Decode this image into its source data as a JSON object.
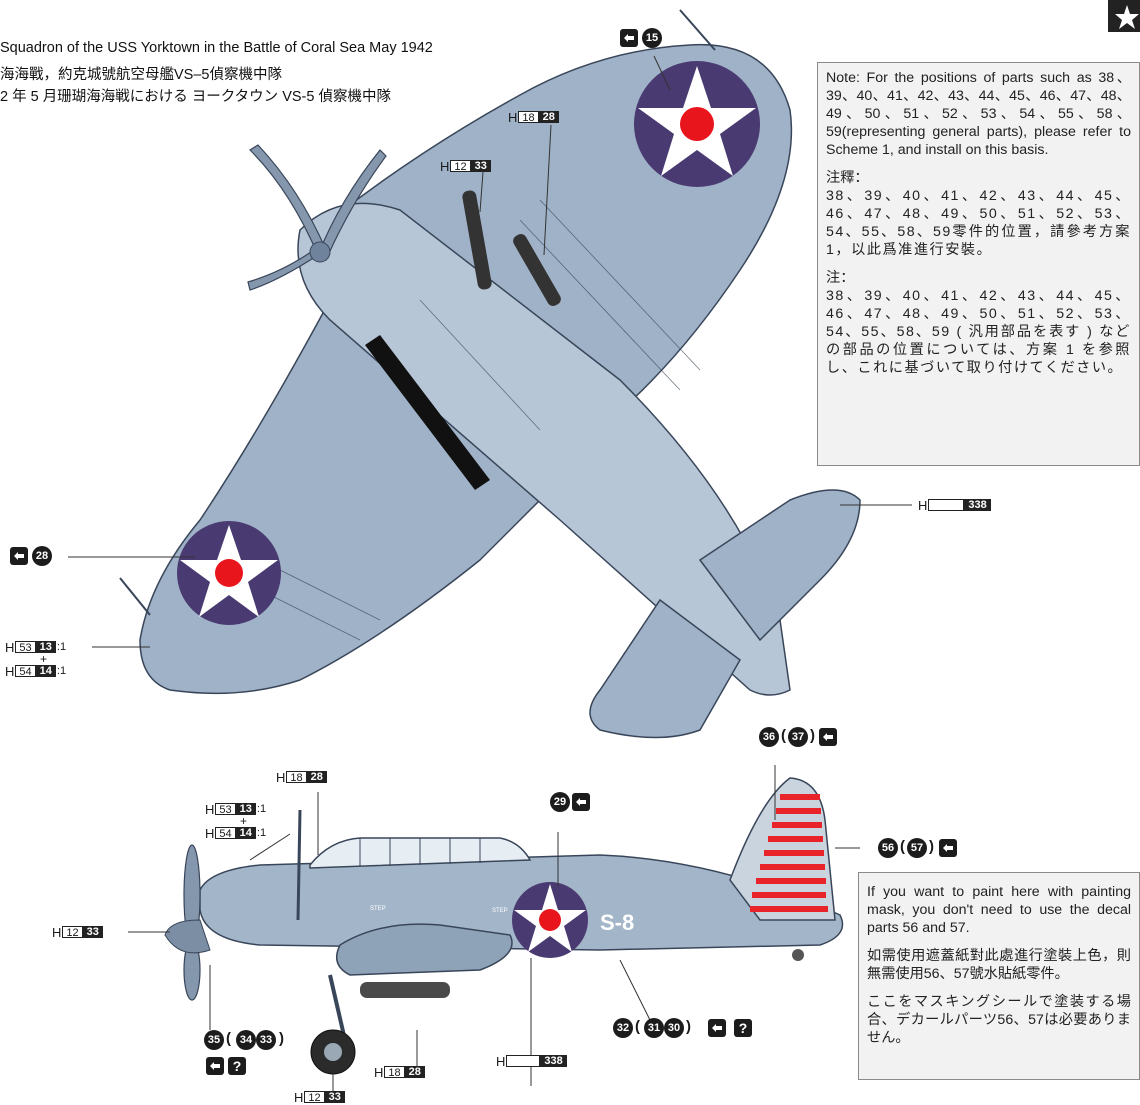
{
  "title": {
    "en": "Squadron of the USS Yorktown in the Battle of Coral Sea May 1942",
    "zh": "海海戰，約克城號航空母艦VS–5偵察機中隊",
    "ja": "2 年 5 月珊瑚海海戦における ヨークタウン VS-5 偵察機中隊"
  },
  "note_top": {
    "en": "Note: For the positions of parts such as 38、39、40、41、42、43、44、45、46、47、48、49、50、51、52、53、54、55、58、59(representing general parts), please refer to Scheme 1, and install on this basis.",
    "zh_label": "注釋：",
    "zh": "38、39、40、41、42、43、44、45、46、47、48、49、50、51、52、53、54、55、58、59零件的位置，請參考方案1，以此爲准進行安裝。",
    "ja_label": "注：",
    "ja": "38、39、40、41、42、43、44、45、46、47、48、49、50、51、52、53、54、55、58、59 ( 汎用部品を表す ) などの部品の位置については、方案 1 を参照し、これに基づいて取り付けてください。"
  },
  "note_bottom": {
    "en": "If you want to paint here with painting mask, you don't need to use the decal parts 56 and 57.",
    "zh": "如需使用遮蓋紙對此處進行塗裝上色，則無需使用56、57號水貼紙零件。",
    "ja": "ここをマスキングシールで塗装する場合、デカールパーツ56、57は必要ありません。"
  },
  "codes": {
    "h": "H",
    "c1828": [
      "18",
      "28"
    ],
    "c1233": [
      "12",
      "33"
    ],
    "c338": [
      "",
      "338"
    ],
    "c5313": [
      "53",
      "13",
      ":1"
    ],
    "c5414": [
      "54",
      "14",
      ":1"
    ],
    "plus": "+"
  },
  "badges": {
    "b15": "15",
    "b28": "28",
    "b29": "29",
    "b36": "36",
    "b37": "37",
    "b56": "56",
    "b57": "57",
    "b35": "35",
    "b34": "34",
    "b33": "33",
    "b32": "32",
    "b31": "31",
    "b30": "30",
    "paren_open": "(",
    "paren_close": ")",
    "question": "?"
  },
  "aircraft": {
    "side_code": "S-8",
    "step_label": "STEP"
  },
  "colors": {
    "airframe": "#8ea2b8",
    "airframe_dark": "#6f849c",
    "roundel_blue": "#4a3a72",
    "roundel_red": "#e8161c",
    "stripe_red": "#e8232a",
    "note_bg": "#f2f2f2"
  },
  "icons": {
    "decal_side": "decal-side-icon",
    "question": "question-icon",
    "star_corner": "star-icon"
  }
}
